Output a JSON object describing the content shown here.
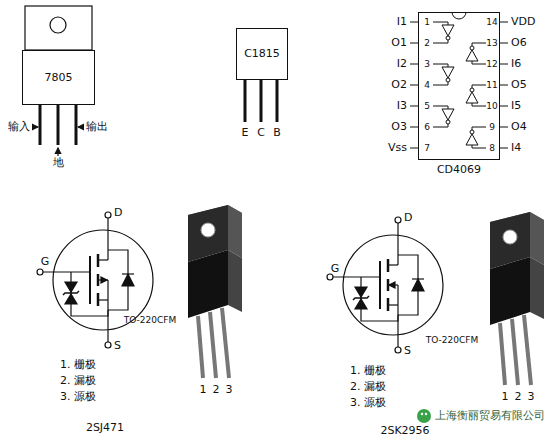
{
  "diagram": {
    "nodes": [
      {
        "text": [
          "7805"
        ]
      },
      {
        "text": [
          "C1815"
        ]
      },
      {
        "text": [
          "CD4069"
        ]
      }
    ],
    "labels": [
      "输入",
      "地",
      "输出",
      "E",
      "C",
      "B",
      "I1",
      "1",
      "O1",
      "2",
      "I2",
      "3",
      "O2",
      "4",
      "I3",
      "5",
      "O3",
      "6",
      "Vss",
      "7",
      "VDD",
      "14",
      "O6",
      "13",
      "I6",
      "12",
      "O5",
      "11",
      "I5",
      "10",
      "O4",
      "9",
      "I4",
      "8",
      "D",
      "G",
      "S",
      "TO-220CFM",
      "1",
      "2",
      "3",
      "1. 栅极",
      "2. 漏极",
      "3. 源极",
      "2SJ471",
      "D",
      "G",
      "S",
      "TO-220CFM",
      "1",
      "2",
      "3",
      "1. 栅极",
      "2. 漏极",
      "3. 源极",
      "2SK2956",
      "上海衡丽贸易有限公司"
    ]
  }
}
